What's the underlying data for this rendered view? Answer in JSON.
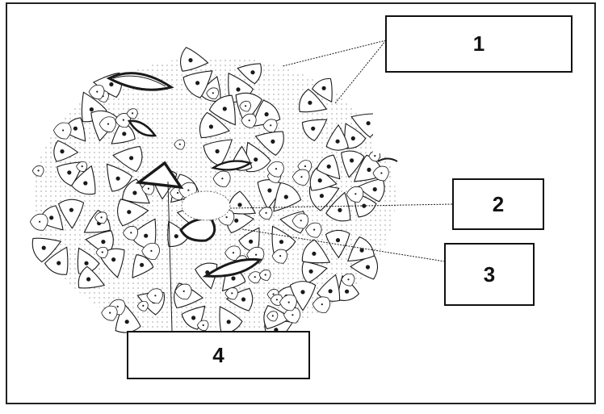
{
  "figure": {
    "labels": [
      {
        "id": "1",
        "text": "1"
      },
      {
        "id": "2",
        "text": "2"
      },
      {
        "id": "3",
        "text": "3"
      },
      {
        "id": "4",
        "text": "4"
      }
    ],
    "colors": {
      "line": "#1a1a1a",
      "background": "#ffffff"
    }
  }
}
